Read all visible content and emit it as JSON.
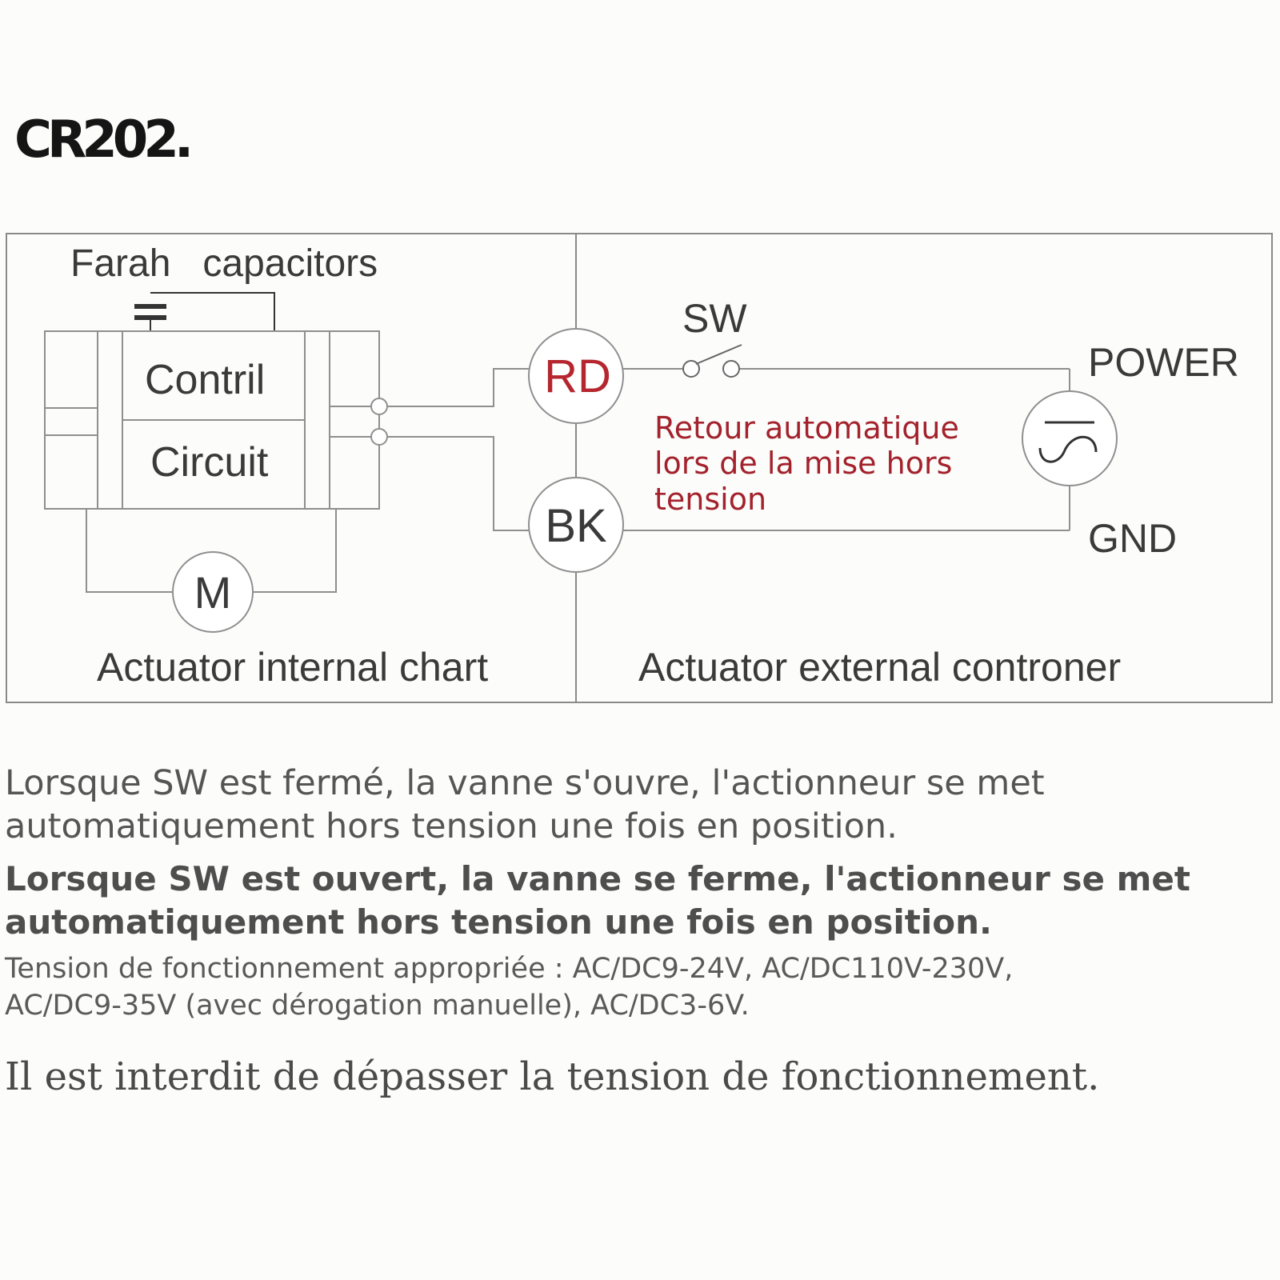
{
  "model": "CR202.",
  "diagram": {
    "capacitor_label": "Farah   capacitors",
    "control_top": "Contril",
    "control_bottom": "Circuit",
    "motor": "M",
    "internal_caption": "Actuator internal chart",
    "external_caption": "Actuator external controner",
    "rd_terminal": "RD",
    "bk_terminal": "BK",
    "switch_label": "SW",
    "power_label": "POWER",
    "gnd_label": "GND",
    "note_lines": [
      "Retour automatique",
      "lors de la mise hors",
      "tension"
    ],
    "rd_color": "#b5262e",
    "note_color": "#a3222c"
  },
  "description": {
    "closed": "Lorsque SW est fermé, la vanne s'ouvre, l'actionneur se met automatiquement hors tension une fois en position.",
    "open": "Lorsque SW est ouvert, la vanne se ferme, l'actionneur se met automatiquement hors tension une fois en position.",
    "voltage_line1": "Tension de fonctionnement appropriée : AC/DC9-24V, AC/DC110V-230V,",
    "voltage_line2": "AC/DC9-35V (avec dérogation manuelle), AC/DC3-6V.",
    "warning": "Il est interdit de dépasser la tension de fonctionnement."
  }
}
